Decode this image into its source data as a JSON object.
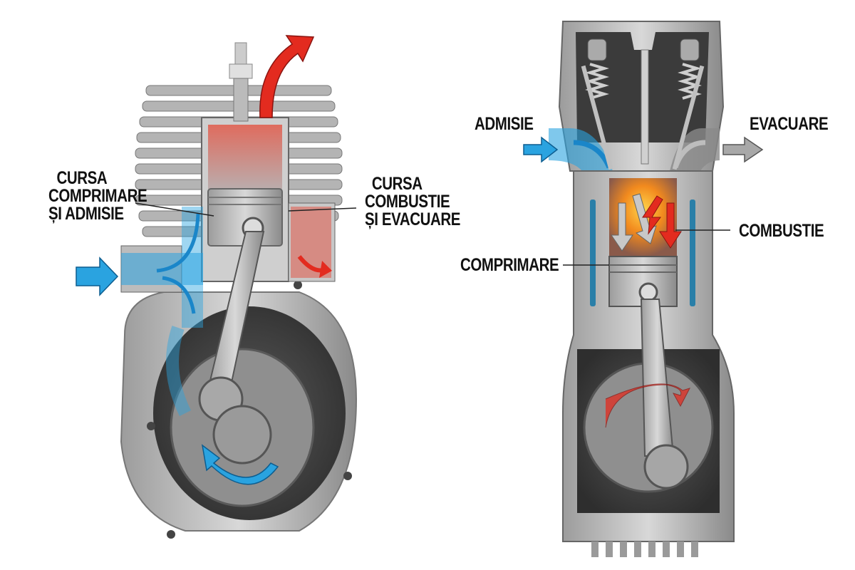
{
  "diagram": {
    "left_engine": {
      "type": "two-stroke",
      "labels": {
        "intake_compression": [
          "CURSA",
          "COMPRIMARE",
          "ȘI ADMISIE"
        ],
        "combustion_exhaust": [
          "CURSA",
          "COMBUSTIE",
          "ȘI EVACUARE"
        ]
      }
    },
    "right_engine": {
      "type": "four-stroke",
      "labels": {
        "intake": "ADMISIE",
        "exhaust": "EVACUARE",
        "combustion": "COMBUSTIE",
        "compression": "COMPRIMARE"
      }
    },
    "colors": {
      "intake_blue": "#2aa3e0",
      "exhaust_red": "#e32b1f",
      "metal_light": "#c9c9c9",
      "metal_dark": "#6e6e6e",
      "exhaust_gray": "#9a9a9a",
      "flame_orange": "#f28a1e"
    }
  }
}
